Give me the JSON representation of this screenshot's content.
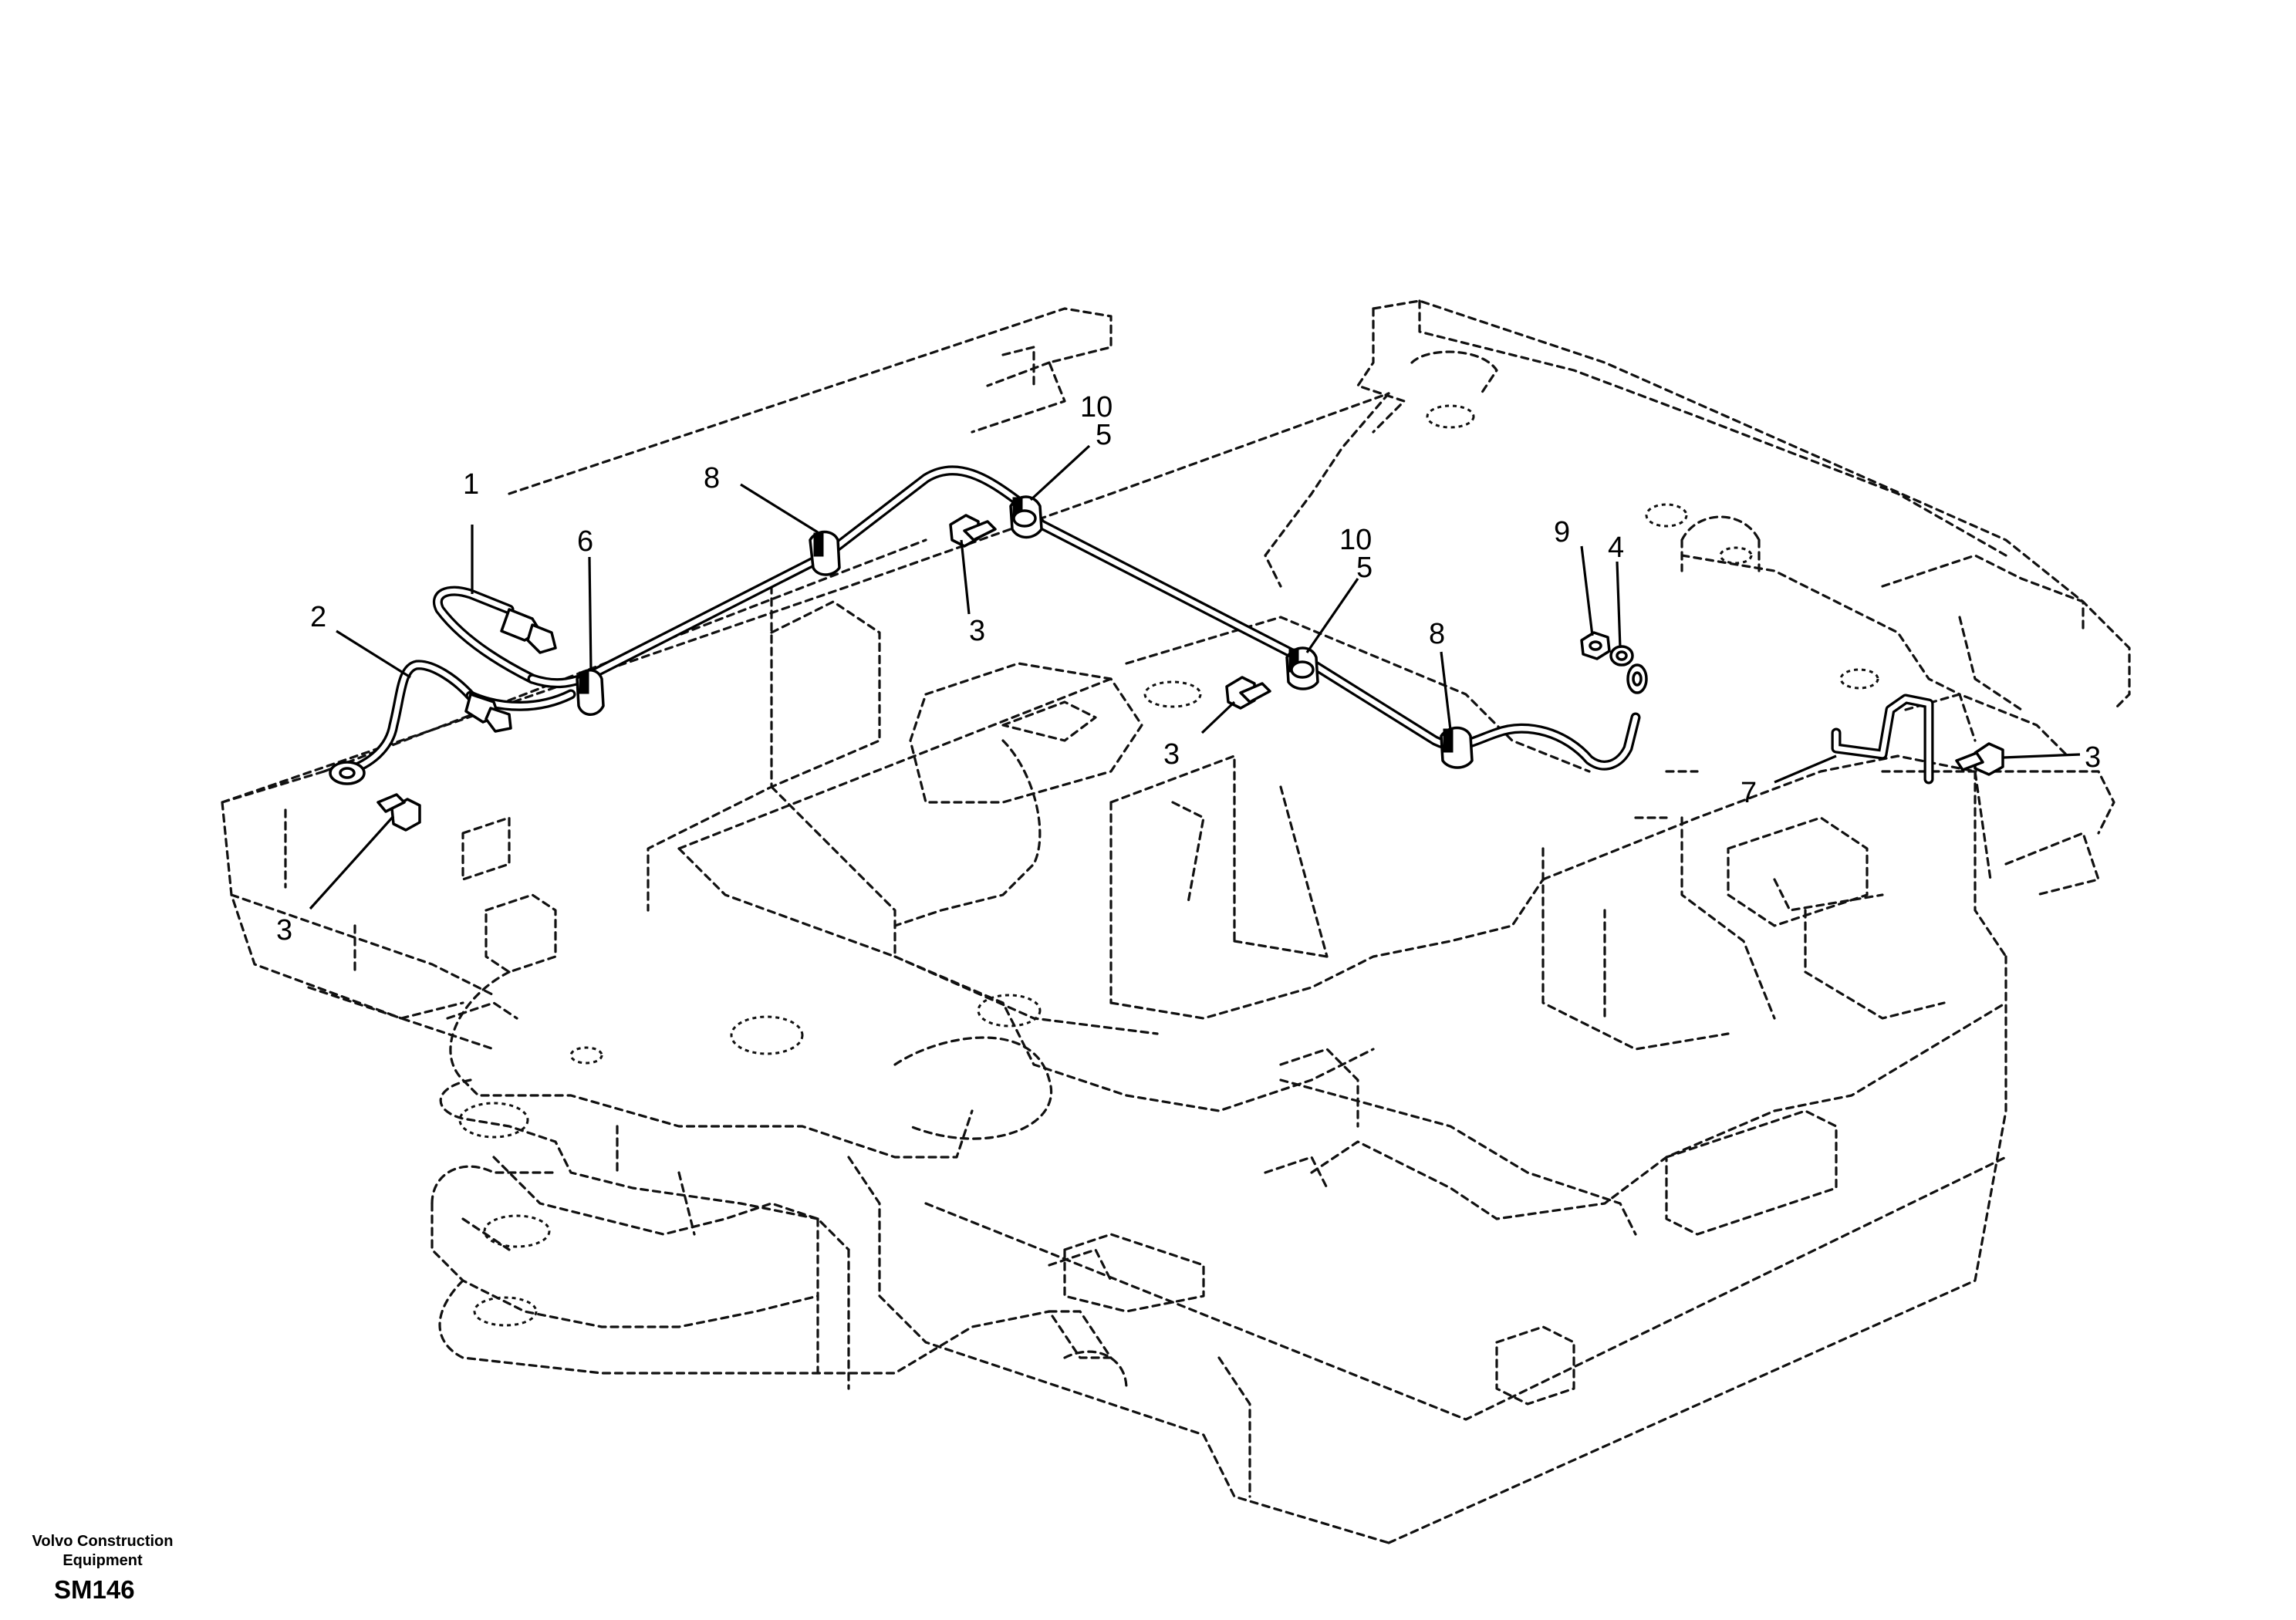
{
  "footer": {
    "brand_line1": "Volvo Construction",
    "brand_line2": "Equipment",
    "sheet_code": "SM146"
  },
  "callouts": {
    "c1": "1",
    "c2": "2",
    "c3a": "3",
    "c3b": "3",
    "c3c": "3",
    "c3d": "3",
    "c4": "4",
    "c5a": "5",
    "c5b": "5",
    "c6": "6",
    "c7": "7",
    "c8a": "8",
    "c8b": "8",
    "c9": "9",
    "c10a": "10",
    "c10b": "10"
  },
  "colors": {
    "line": "#000000",
    "background": "#ffffff"
  }
}
